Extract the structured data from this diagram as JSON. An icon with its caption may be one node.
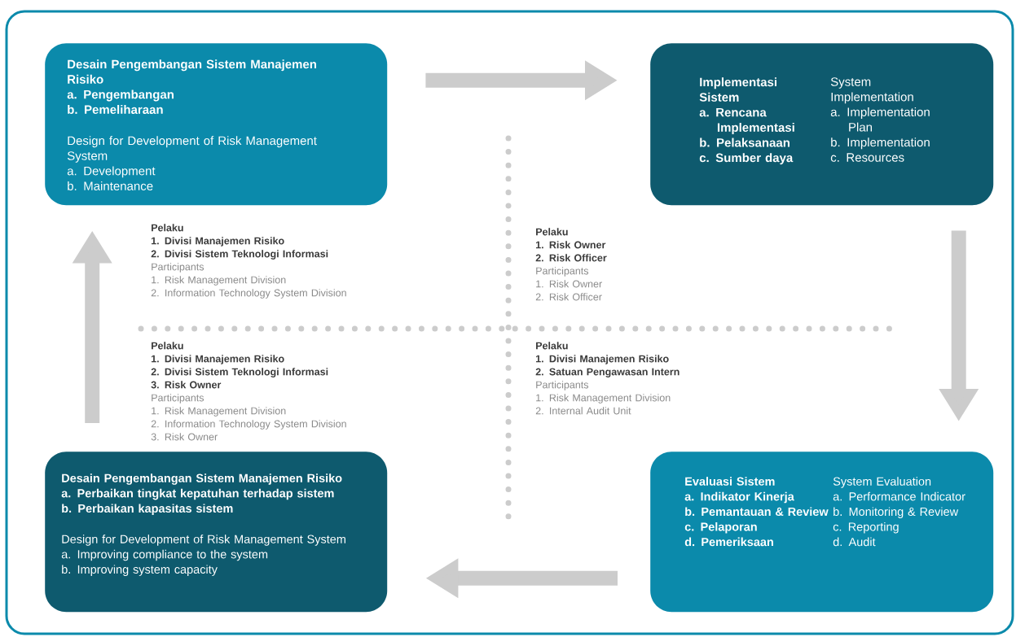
{
  "diagram": {
    "nodes": [
      {
        "text": [
          "Desain Pengembangan Sistem Manajemen Risiko",
          "a. Pengembangan",
          "b. Pemeliharaan",
          "Design for Development of Risk Management System",
          "a. Development",
          "b. Maintenance"
        ]
      },
      {
        "text": [
          "Implementasi Sistem",
          "a. Rencana Implementasi",
          "b. Pelaksanaan",
          "c. Sumber daya",
          "System Implementation",
          "a. Implementation Plan",
          "b. Implementation",
          "c. Resources"
        ]
      },
      {
        "text": [
          "Desain Pengembangan Sistem Manajemen Risiko",
          "a. Perbaikan tingkat kepatuhan terhadap sistem",
          "b. Perbaikan kapasitas sistem",
          "Design for Development of Risk Management System",
          "a. Improving compliance to the system",
          "b. Improving system capacity"
        ]
      },
      {
        "text": [
          "Evaluasi Sistem",
          "a. Indikator Kinerja",
          "b. Pemantauan & Review",
          "c. Pelaporan",
          "d. Pemeriksaan",
          "System Evaluation",
          "a. Performance Indicator",
          "b. Monitoring & Review",
          "c. Reporting",
          "d. Audit"
        ]
      }
    ],
    "edges": [
      {
        "from": 0,
        "to": 1,
        "arrow": "to"
      },
      {
        "from": 1,
        "to": 3,
        "arrow": "to"
      },
      {
        "from": 3,
        "to": 2,
        "arrow": "to"
      },
      {
        "from": 2,
        "to": 0,
        "arrow": "to"
      }
    ],
    "labels": [
      "Pelaku",
      "1. Divisi Manajemen Risiko",
      "2. Divisi Sistem Teknologi Informasi",
      "Participants",
      "1. Risk Management Division",
      "2. Information Technology System Division",
      "Pelaku",
      "1. Risk Owner",
      "2. Risk Officer",
      "Participants",
      "1. Risk Owner",
      "2. Risk Officer",
      "Pelaku",
      "1. Divisi Manajemen Risiko",
      "2. Divisi Sistem Teknologi Informasi",
      "3. Risk Owner",
      "Participants",
      "1. Risk Management Division",
      "2. Information Technology System Division",
      "3. Risk Owner",
      "Pelaku",
      "1. Divisi Manajemen Risiko",
      "2. Satuan Pengawasan Intern",
      "Participants",
      "1. Risk Management Division",
      "2. Internal Audit Unit"
    ]
  }
}
